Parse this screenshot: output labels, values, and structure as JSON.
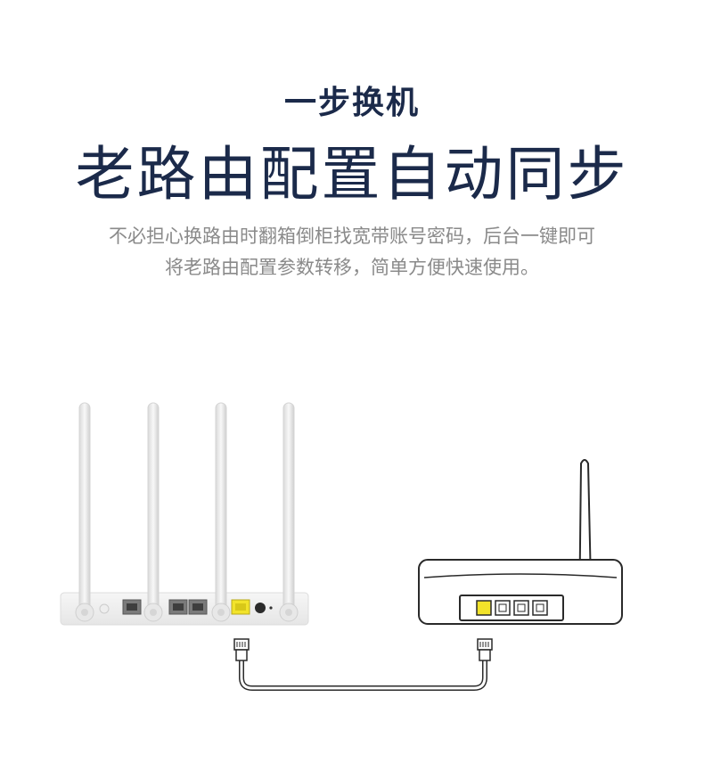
{
  "heading": {
    "subtitle": "一步换机",
    "title": "老路由配置自动同步"
  },
  "description": {
    "line1": "不必担心换路由时翻箱倒柜找宽带账号密码，后台一键即可",
    "line2": "将老路由配置参数转移，简单方便快速使用。"
  },
  "colors": {
    "title": "#1b2a4a",
    "description": "#8a8a8a",
    "wan_port": "#f2e32a",
    "router_body": "#f0f0f0"
  },
  "illustration": {
    "new_router_icon": "router-four-antenna",
    "old_router_icon": "router-single-antenna",
    "cable_icon": "ethernet-cable"
  }
}
